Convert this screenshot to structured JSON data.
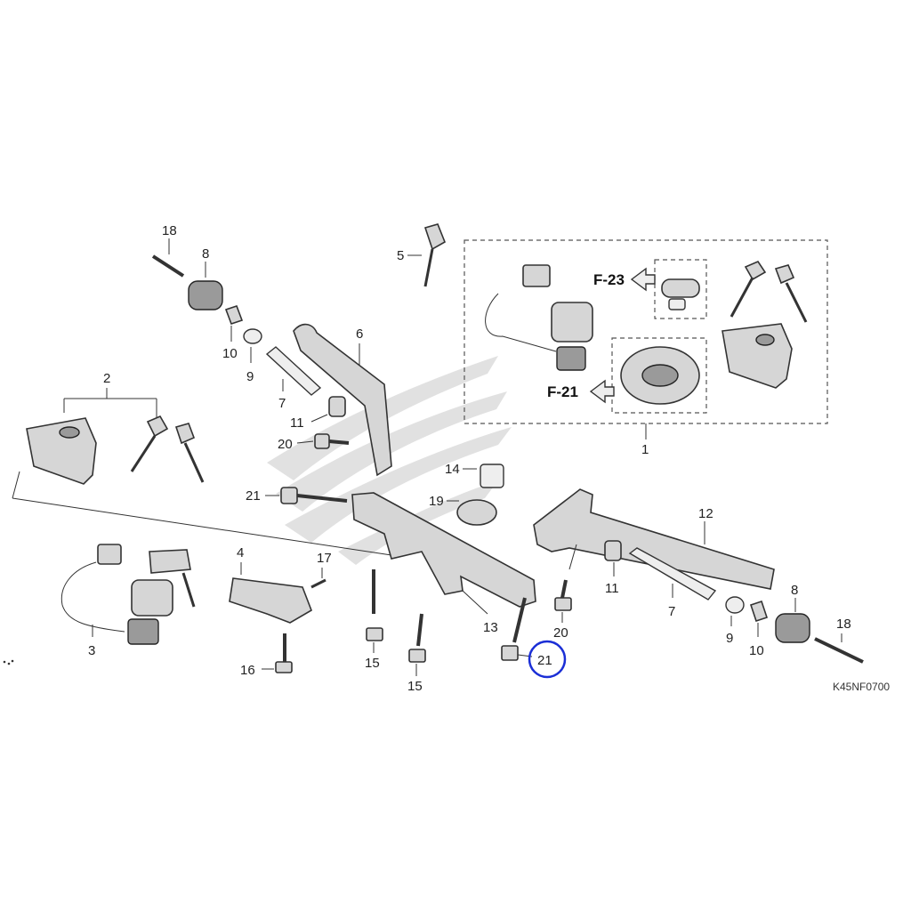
{
  "diagram": {
    "code": "K45NF0700",
    "highlight_color": "#1b2fd6",
    "refs": {
      "f23": "F-23",
      "f21": "F-21"
    },
    "callouts": {
      "c1": "1",
      "c2": "2",
      "c3": "3",
      "c4": "4",
      "c5": "5",
      "c6": "6",
      "c7a": "7",
      "c7b": "7",
      "c8a": "8",
      "c8b": "8",
      "c9a": "9",
      "c9b": "9",
      "c10a": "10",
      "c10b": "10",
      "c11a": "11",
      "c11b": "11",
      "c12": "12",
      "c13": "13",
      "c14": "14",
      "c15a": "15",
      "c15b": "15",
      "c16": "16",
      "c17": "17",
      "c18a": "18",
      "c18b": "18",
      "c19": "19",
      "c20a": "20",
      "c20b": "20",
      "c21a": "21",
      "c21b": "21"
    }
  }
}
